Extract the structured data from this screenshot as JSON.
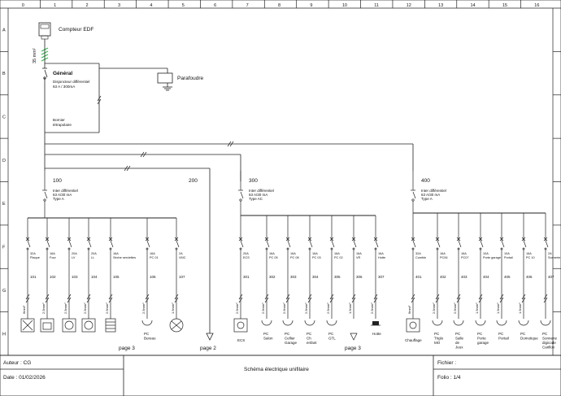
{
  "grid": {
    "columns": [
      "0",
      "1",
      "2",
      "3",
      "4",
      "5",
      "6",
      "7",
      "8",
      "9",
      "10",
      "11",
      "12",
      "13",
      "14",
      "15",
      "16"
    ],
    "rows": [
      "A",
      "B",
      "C",
      "D",
      "E",
      "F",
      "G",
      "H"
    ]
  },
  "meter": {
    "label": "Compteur EDF",
    "cable": "35 mm²"
  },
  "main_breaker": {
    "title": "Général",
    "desc1": "Disjoncteur différentiel",
    "desc2": "63 A / 300mA",
    "terminal1": "Bornier",
    "terminal2": "tétrapolaire"
  },
  "surge": {
    "label": "Parafoudre"
  },
  "group200": {
    "label": "200",
    "page": "page 2"
  },
  "groups": [
    {
      "id": "100",
      "line1": "Inter différentiel",
      "line2": "63 A/30 mA",
      "line3": "Type A",
      "page": "page 3",
      "circuits": [
        {
          "rating": "32A",
          "name": "Plaque",
          "num": "101",
          "cable": "6mm²",
          "load": "Plaque"
        },
        {
          "rating": "16A",
          "name": "Four",
          "num": "102",
          "cable": "2.5mm²",
          "load": "Four"
        },
        {
          "rating": "20A",
          "name": "LV",
          "num": "103",
          "cable": "2.5mm²",
          "load": "LV"
        },
        {
          "rating": "20A",
          "name": "LL",
          "num": "104",
          "cable": "2.5mm²",
          "load": "LL"
        },
        {
          "rating": "16A",
          "name": "Sèche serviettes",
          "num": "105",
          "cable": "2.5mm²",
          "load": "Seche"
        },
        {
          "rating": "16A",
          "name": "PC 01",
          "num": "106",
          "cable": "2.5mm²",
          "load": "PC",
          "loadLabel": "PC Bureau"
        },
        {
          "rating": "2A",
          "name": "VMC",
          "num": "107",
          "cable": "1.5mm²",
          "load": "VMC"
        }
      ]
    },
    {
      "id": "300",
      "line1": "Inter différentiel",
      "line2": "63 A/30 mA",
      "line3": "Type AC",
      "page": "page 3",
      "circuits": [
        {
          "rating": "20A",
          "name": "ECS",
          "num": "301",
          "cable": "2.5mm²",
          "load": "ECS",
          "loadLabel": "ECS"
        },
        {
          "rating": "16A",
          "name": "PC 05",
          "num": "302",
          "cable": "2.5mm²",
          "load": "PC",
          "loadLabel": "PC Salon"
        },
        {
          "rating": "16A",
          "name": "PC 08",
          "num": "303",
          "cable": "2.5mm²",
          "load": "PC",
          "loadLabel": "PC Cellier Garage"
        },
        {
          "rating": "16A",
          "name": "PC 03",
          "num": "304",
          "cable": "2.5mm²",
          "load": "PC",
          "loadLabel": "PC Ch enfant"
        },
        {
          "rating": "16A",
          "name": "PC 02",
          "num": "305",
          "cable": "2.5mm²",
          "load": "PC",
          "loadLabel": "PC GTL"
        },
        {
          "rating": "16A",
          "name": "VR",
          "num": "306",
          "cable": "1.5mm²",
          "load": "Page"
        },
        {
          "rating": "16A",
          "name": "Hotte",
          "num": "307",
          "cable": "2.5mm²",
          "load": "Hotte",
          "loadLabel": "Hotte"
        }
      ]
    },
    {
      "id": "400",
      "line1": "Inter différentiel",
      "line2": "63 A/30 mA",
      "line3": "Type A",
      "page": "",
      "circuits": [
        {
          "rating": "32A",
          "name": "Cumble",
          "num": "401",
          "cable": "6mm²",
          "load": "Chauff",
          "loadLabel": "Chauffage"
        },
        {
          "rating": "16A",
          "name": "PC06",
          "num": "402",
          "cable": "2.5mm²",
          "load": "PC",
          "loadLabel": "PC Triglo MO"
        },
        {
          "rating": "16A",
          "name": "PC07",
          "num": "403",
          "cable": "2.5mm²",
          "load": "PC",
          "loadLabel": "PC Salle de Jeux"
        },
        {
          "rating": "10A",
          "name": "Porte garage",
          "num": "404",
          "cable": "1.5mm²",
          "load": "PC",
          "loadLabel": "PC Porte garage"
        },
        {
          "rating": "10A",
          "name": "Portail",
          "num": "405",
          "cable": "1.5mm²",
          "load": "PC",
          "loadLabel": "PC Portail"
        },
        {
          "rating": "16A",
          "name": "PC 10",
          "num": "406",
          "cable": "1.5mm²",
          "load": "PC",
          "loadLabel": "PC Domotique"
        },
        {
          "rating": "2A",
          "name": "Sonnerie",
          "num": "407",
          "cable": "",
          "load": "PC",
          "loadLabel": "PC Sonnerie digicode Carillon"
        }
      ]
    }
  ],
  "titleblock": {
    "author": "Auteur : CG",
    "date": "Date : 01/02/2026",
    "title": "Schéma électrique unifilaire",
    "file": "Fichier :",
    "folio": "Folio : 1/4"
  }
}
